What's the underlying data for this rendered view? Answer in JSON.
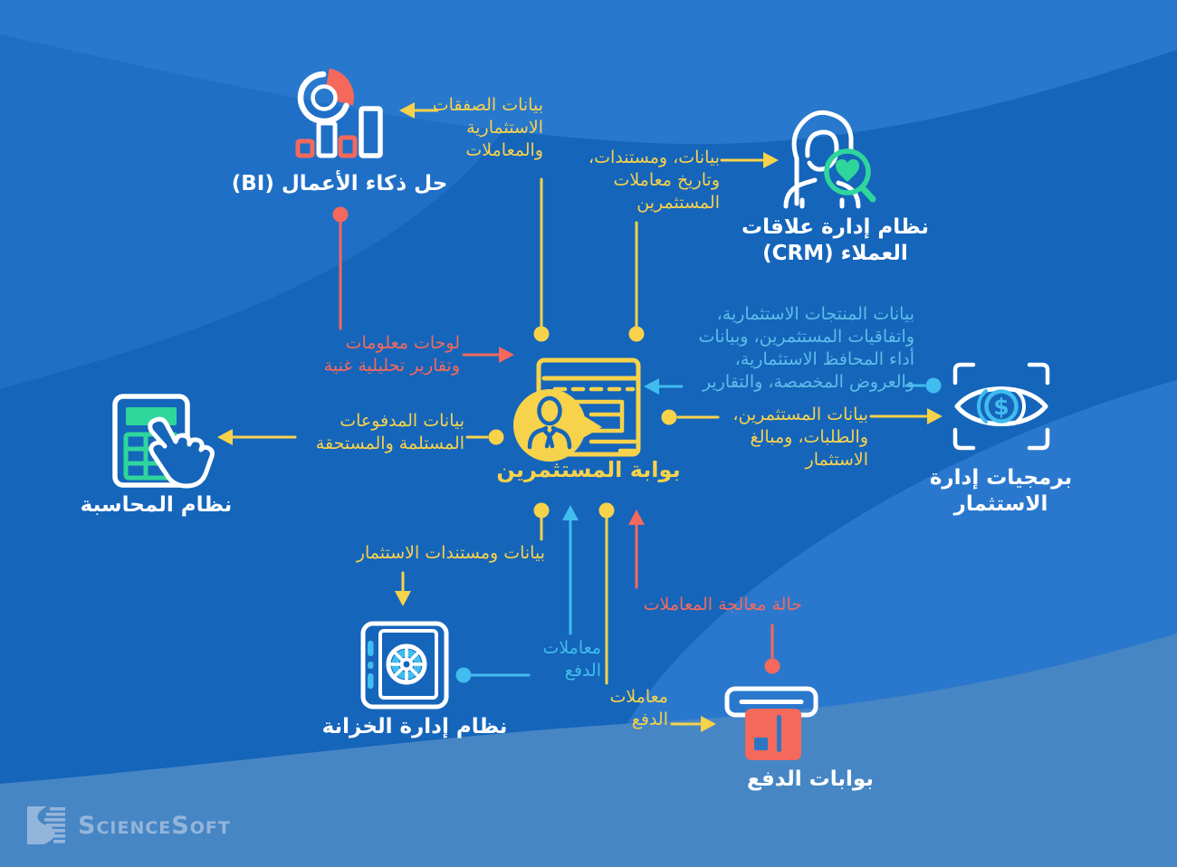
{
  "colors": {
    "bg": "#1565BB",
    "yellow": "#F7D24B",
    "salmon": "#F4695B",
    "cyan": "#41BCEE",
    "cyan_soft": "#5FBCE8",
    "green": "#2FD69B",
    "white": "#FFFFFF",
    "logo": "#9DBBDE"
  },
  "portal": {
    "label": "بوابة المستثمرين"
  },
  "nodes": {
    "bi": {
      "label": "حل ذكاء الأعمال (BI)"
    },
    "crm": {
      "label": "نظام إدارة علاقات\nالعملاء (CRM)"
    },
    "invest": {
      "label": "برمجيات إدارة\nالاستثمار"
    },
    "accounting": {
      "label": "نظام المحاسبة"
    },
    "treasury": {
      "label": "نظام إدارة الخزانة"
    },
    "payment": {
      "label": "بوابات الدفع"
    }
  },
  "flows": {
    "to_bi": {
      "text": "بيانات الصفقات\nالاستثمارية\nوالمعاملات",
      "color": "yellow"
    },
    "to_crm": {
      "text": "بيانات، ومستندات،\nوتاريخ معاملات\nالمستثمرين",
      "color": "yellow"
    },
    "from_bi": {
      "text": "لوحات معلومات\nوتقارير تحليلية غنية",
      "color": "salmon"
    },
    "to_accounting": {
      "text": "بيانات المدفوعات\nالمستلمة والمستحقة",
      "color": "yellow"
    },
    "from_invest": {
      "text": "بيانات المنتجات الاستثمارية،\nواتفاقيات المستثمرين، وبيانات\nأداء المحافظ الاستثمارية،\nوالعروض المخصصة، والتقارير",
      "color": "cyan"
    },
    "to_invest": {
      "text": "بيانات المستثمرين،\nوالطلبات، ومبالغ\nالاستثمار",
      "color": "yellow"
    },
    "to_treasury": {
      "text": "بيانات ومستندات الاستثمار",
      "color": "yellow"
    },
    "from_treasury": {
      "text": "معاملات\nالدفع",
      "color": "cyan"
    },
    "to_payment": {
      "text": "معاملات\nالدفع",
      "color": "yellow"
    },
    "from_payment": {
      "text": "حالة معالجة المعاملات",
      "color": "salmon"
    }
  },
  "brand": {
    "logo_text": "ScienceSoft"
  }
}
